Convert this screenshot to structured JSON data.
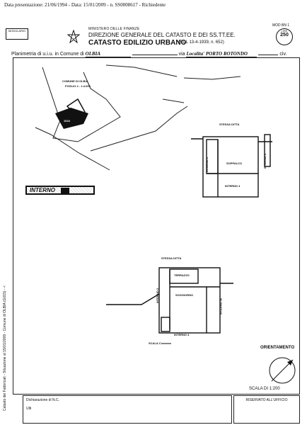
{
  "header": {
    "presentation_line": "Data presentazione: 21/06/1994 - Data: 15/01/2009 - n. SS0008617 - Richiedente",
    "modulario": "MODULARIO",
    "ministry": "MINISTERO DELLE FINANZE",
    "direction": "DIREZIONE GENERALE DEL CATASTO E DEI SS.TT.EE.",
    "catasto": "CATASTO EDILIZIO URBANO",
    "rdl": "(RDL 13-4-1939, n. 652)",
    "mod": "MOD BN 1",
    "lire_label": "LIRE",
    "lire_value": "250"
  },
  "planimetria": {
    "prefix": "Planimetria di u.i.u. in Comune di",
    "comune": "OLBIA",
    "via_label": "via",
    "localita": "Localita' PORTO ROTONDO",
    "civ_label": "civ."
  },
  "map": {
    "comune_label": "COMUNE DI OLBIA",
    "foglio_label": "FOGLIO 2 - 1:4.000",
    "parcel": "1024"
  },
  "plan_upper": {
    "stessa_ditta": "STESSA DITTA",
    "soppalco": "SOPPALCO",
    "interno_4": "INTERNO 4",
    "interno_2": "INTERNO 2",
    "interno_3": "INTERNO 3"
  },
  "interno_label": "INTERNO",
  "plan_lower": {
    "stessa_ditta": "STESSA DITTA",
    "terrazzo": "TERRAZZO",
    "soggiorno": "SOGGIORNO",
    "interno_4": "INTERNO 4",
    "interno_2": "INTERNO 2",
    "interno_3": "INTERNO 30",
    "scala_c": "SCALA C"
  },
  "side_text": "Catasto dei Fabbricati - Situazione al 15/01/2009 - Comune di OLBIA (G015) - <",
  "orientamento": "ORIENTAMENTO",
  "scala": "SCALA DI 1:200",
  "footer": {
    "dichiarazione": "Dichiarazione di N.C.",
    "ult": "Ulti",
    "riservato": "RISERVATO ALL'UFFICIO"
  }
}
